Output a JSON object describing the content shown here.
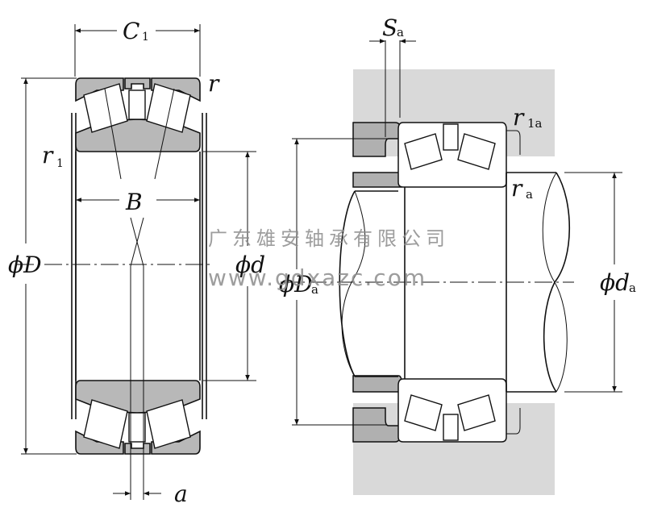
{
  "diagram": {
    "title": "Double-row tapered roller bearing dimensions and mounting",
    "left_view": {
      "labels": {
        "C": "C",
        "C_sub": "1",
        "r": "r",
        "r1": "r",
        "r1_sub": "1",
        "B": "B",
        "phiD": "ϕD",
        "phid": "ϕd",
        "a": "a"
      }
    },
    "right_view": {
      "labels": {
        "S": "S",
        "S_sub": "a",
        "r1a": "r",
        "r1a_sub": "1a",
        "ra": "r",
        "ra_sub": "a",
        "phiDa": "ϕD",
        "phiDa_sub": "a",
        "phida": "ϕd",
        "phida_sub": "a"
      }
    },
    "watermark": {
      "company": "广东雄安轴承有限公司",
      "website": "www.gdxazc.com"
    },
    "colors": {
      "ring_fill": "#b8b8b8",
      "housing_fill": "#d9d9d9",
      "line": "#111111"
    }
  }
}
